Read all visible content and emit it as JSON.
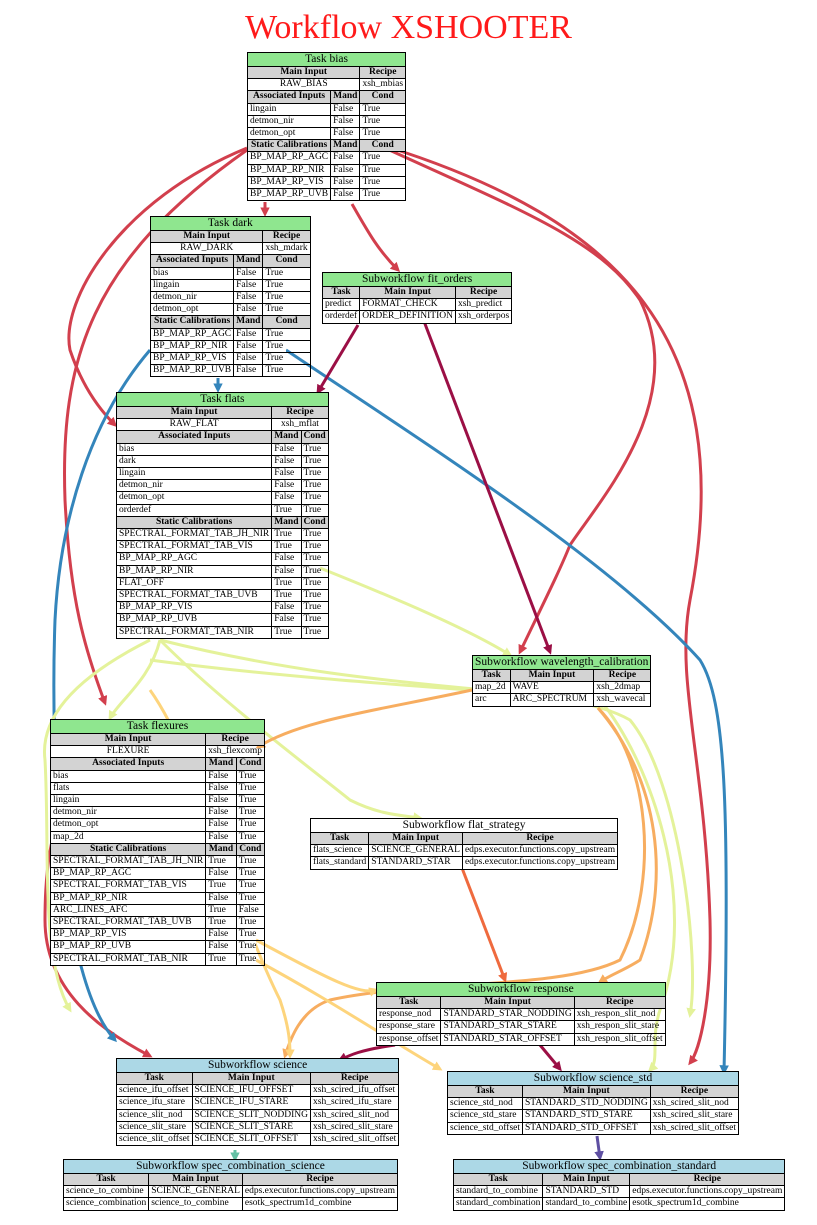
{
  "title": "Workflow XSHOOTER",
  "task_bias": {
    "header": "Task bias",
    "main_input_header": [
      "Main Input",
      "Recipe"
    ],
    "main_input": [
      "RAW_BIAS",
      "xsh_mbias"
    ],
    "assoc_header": [
      "Associated Inputs",
      "Mand",
      "Cond"
    ],
    "assoc": [
      [
        "lingain",
        "False",
        "True"
      ],
      [
        "detmon_nir",
        "False",
        "True"
      ],
      [
        "detmon_opt",
        "False",
        "True"
      ]
    ],
    "static_header": [
      "Static Calibrations",
      "Mand",
      "Cond"
    ],
    "static": [
      [
        "BP_MAP_RP_AGC",
        "False",
        "True"
      ],
      [
        "BP_MAP_RP_NIR",
        "False",
        "True"
      ],
      [
        "BP_MAP_RP_VIS",
        "False",
        "True"
      ],
      [
        "BP_MAP_RP_UVB",
        "False",
        "True"
      ]
    ]
  },
  "task_dark": {
    "header": "Task dark",
    "main_input_header": [
      "Main Input",
      "Recipe"
    ],
    "main_input": [
      "RAW_DARK",
      "xsh_mdark"
    ],
    "assoc_header": [
      "Associated Inputs",
      "Mand",
      "Cond"
    ],
    "assoc": [
      [
        "bias",
        "False",
        "True"
      ],
      [
        "lingain",
        "False",
        "True"
      ],
      [
        "detmon_nir",
        "False",
        "True"
      ],
      [
        "detmon_opt",
        "False",
        "True"
      ]
    ],
    "static_header": [
      "Static Calibrations",
      "Mand",
      "Cond"
    ],
    "static": [
      [
        "BP_MAP_RP_AGC",
        "False",
        "True"
      ],
      [
        "BP_MAP_RP_NIR",
        "False",
        "True"
      ],
      [
        "BP_MAP_RP_VIS",
        "False",
        "True"
      ],
      [
        "BP_MAP_RP_UVB",
        "False",
        "True"
      ]
    ]
  },
  "fit_orders": {
    "header": "Subworkflow fit_orders",
    "columns": [
      "Task",
      "Main Input",
      "Recipe"
    ],
    "rows": [
      [
        "predict",
        "FORMAT_CHECK",
        "xsh_predict"
      ],
      [
        "orderdef",
        "ORDER_DEFINITION",
        "xsh_orderpos"
      ]
    ]
  },
  "task_flats": {
    "header": "Task flats",
    "main_input_header": [
      "Main Input",
      "Recipe"
    ],
    "main_input": [
      "RAW_FLAT",
      "xsh_mflat"
    ],
    "assoc_header": [
      "Associated Inputs",
      "Mand",
      "Cond"
    ],
    "assoc": [
      [
        "bias",
        "False",
        "True"
      ],
      [
        "dark",
        "False",
        "True"
      ],
      [
        "lingain",
        "False",
        "True"
      ],
      [
        "detmon_nir",
        "False",
        "True"
      ],
      [
        "detmon_opt",
        "False",
        "True"
      ],
      [
        "orderdef",
        "True",
        "True"
      ]
    ],
    "static_header": [
      "Static Calibrations",
      "Mand",
      "Cond"
    ],
    "static": [
      [
        "SPECTRAL_FORMAT_TAB_JH_NIR",
        "True",
        "True"
      ],
      [
        "SPECTRAL_FORMAT_TAB_VIS",
        "True",
        "True"
      ],
      [
        "BP_MAP_RP_AGC",
        "False",
        "True"
      ],
      [
        "BP_MAP_RP_NIR",
        "False",
        "True"
      ],
      [
        "FLAT_OFF",
        "True",
        "True"
      ],
      [
        "SPECTRAL_FORMAT_TAB_UVB",
        "True",
        "True"
      ],
      [
        "BP_MAP_RP_VIS",
        "False",
        "True"
      ],
      [
        "BP_MAP_RP_UVB",
        "False",
        "True"
      ],
      [
        "SPECTRAL_FORMAT_TAB_NIR",
        "True",
        "True"
      ]
    ]
  },
  "wavelength_calibration": {
    "header": "Subworkflow wavelength_calibration",
    "columns": [
      "Task",
      "Main Input",
      "Recipe"
    ],
    "rows": [
      [
        "map_2d",
        "WAVE",
        "xsh_2dmap"
      ],
      [
        "arc",
        "ARC_SPECTRUM",
        "xsh_wavecal"
      ]
    ]
  },
  "task_flexures": {
    "header": "Task flexures",
    "main_input_header": [
      "Main Input",
      "Recipe"
    ],
    "main_input": [
      "FLEXURE",
      "xsh_flexcomp"
    ],
    "assoc_header": [
      "Associated Inputs",
      "Mand",
      "Cond"
    ],
    "assoc": [
      [
        "bias",
        "False",
        "True"
      ],
      [
        "flats",
        "False",
        "True"
      ],
      [
        "lingain",
        "False",
        "True"
      ],
      [
        "detmon_nir",
        "False",
        "True"
      ],
      [
        "detmon_opt",
        "False",
        "True"
      ],
      [
        "map_2d",
        "False",
        "True"
      ]
    ],
    "static_header": [
      "Static Calibrations",
      "Mand",
      "Cond"
    ],
    "static": [
      [
        "SPECTRAL_FORMAT_TAB_JH_NIR",
        "True",
        "True"
      ],
      [
        "BP_MAP_RP_AGC",
        "False",
        "True"
      ],
      [
        "SPECTRAL_FORMAT_TAB_VIS",
        "True",
        "True"
      ],
      [
        "BP_MAP_RP_NIR",
        "False",
        "True"
      ],
      [
        "ARC_LINES_AFC",
        "True",
        "False"
      ],
      [
        "SPECTRAL_FORMAT_TAB_UVB",
        "True",
        "True"
      ],
      [
        "BP_MAP_RP_VIS",
        "False",
        "True"
      ],
      [
        "BP_MAP_RP_UVB",
        "False",
        "True"
      ],
      [
        "SPECTRAL_FORMAT_TAB_NIR",
        "True",
        "True"
      ]
    ]
  },
  "flat_strategy": {
    "header": "Subworkflow flat_strategy",
    "columns": [
      "Task",
      "Main Input",
      "Recipe"
    ],
    "rows": [
      [
        "flats_science",
        "SCIENCE_GENERAL",
        "edps.executor.functions.copy_upstream"
      ],
      [
        "flats_standard",
        "STANDARD_STAR",
        "edps.executor.functions.copy_upstream"
      ]
    ]
  },
  "response": {
    "header": "Subworkflow response",
    "columns": [
      "Task",
      "Main Input",
      "Recipe"
    ],
    "rows": [
      [
        "response_nod",
        "STANDARD_STAR_NODDING",
        "xsh_respon_slit_nod"
      ],
      [
        "response_stare",
        "STANDARD_STAR_STARE",
        "xsh_respon_slit_stare"
      ],
      [
        "response_offset",
        "STANDARD_STAR_OFFSET",
        "xsh_respon_slit_offset"
      ]
    ]
  },
  "science": {
    "header": "Subworkflow science",
    "columns": [
      "Task",
      "Main Input",
      "Recipe"
    ],
    "rows": [
      [
        "science_ifu_offset",
        "SCIENCE_IFU_OFFSET",
        "xsh_scired_ifu_offset"
      ],
      [
        "science_ifu_stare",
        "SCIENCE_IFU_STARE",
        "xsh_scired_ifu_stare"
      ],
      [
        "science_slit_nod",
        "SCIENCE_SLIT_NODDING",
        "xsh_scired_slit_nod"
      ],
      [
        "science_slit_stare",
        "SCIENCE_SLIT_STARE",
        "xsh_scired_slit_stare"
      ],
      [
        "science_slit_offset",
        "SCIENCE_SLIT_OFFSET",
        "xsh_scired_slit_offset"
      ]
    ]
  },
  "science_std": {
    "header": "Subworkflow science_std",
    "columns": [
      "Task",
      "Main Input",
      "Recipe"
    ],
    "rows": [
      [
        "science_std_nod",
        "STANDARD_STD_NODDING",
        "xsh_scired_slit_nod"
      ],
      [
        "science_std_stare",
        "STANDARD_STD_STARE",
        "xsh_scired_slit_stare"
      ],
      [
        "science_std_offset",
        "STANDARD_STD_OFFSET",
        "xsh_scired_slit_offset"
      ]
    ]
  },
  "spec_combination_science": {
    "header": "Subworkflow spec_combination_science",
    "columns": [
      "Task",
      "Main Input",
      "Recipe"
    ],
    "rows": [
      [
        "science_to_combine",
        "SCIENCE_GENERAL",
        "edps.executor.functions.copy_upstream"
      ],
      [
        "science_combination",
        "science_to_combine",
        "esotk_spectrum1d_combine"
      ]
    ]
  },
  "spec_combination_standard": {
    "header": "Subworkflow spec_combination_standard",
    "columns": [
      "Task",
      "Main Input",
      "Recipe"
    ],
    "rows": [
      [
        "standard_to_combine",
        "STANDARD_STD",
        "edps.executor.functions.copy_upstream"
      ],
      [
        "standard_combination",
        "standard_to_combine",
        "esotk_spectrum1d_combine"
      ]
    ]
  },
  "edge_colors": {
    "crimson": "#d23f4d",
    "blue": "#3485bb",
    "maroon": "#9b0f45",
    "light_yellow": "#e4f29a",
    "light_orange": "#f7ad60",
    "orange_red": "#ef6a3e",
    "teal": "#63c0a4",
    "gold": "#fdd47c",
    "purple": "#5e4fa2"
  }
}
